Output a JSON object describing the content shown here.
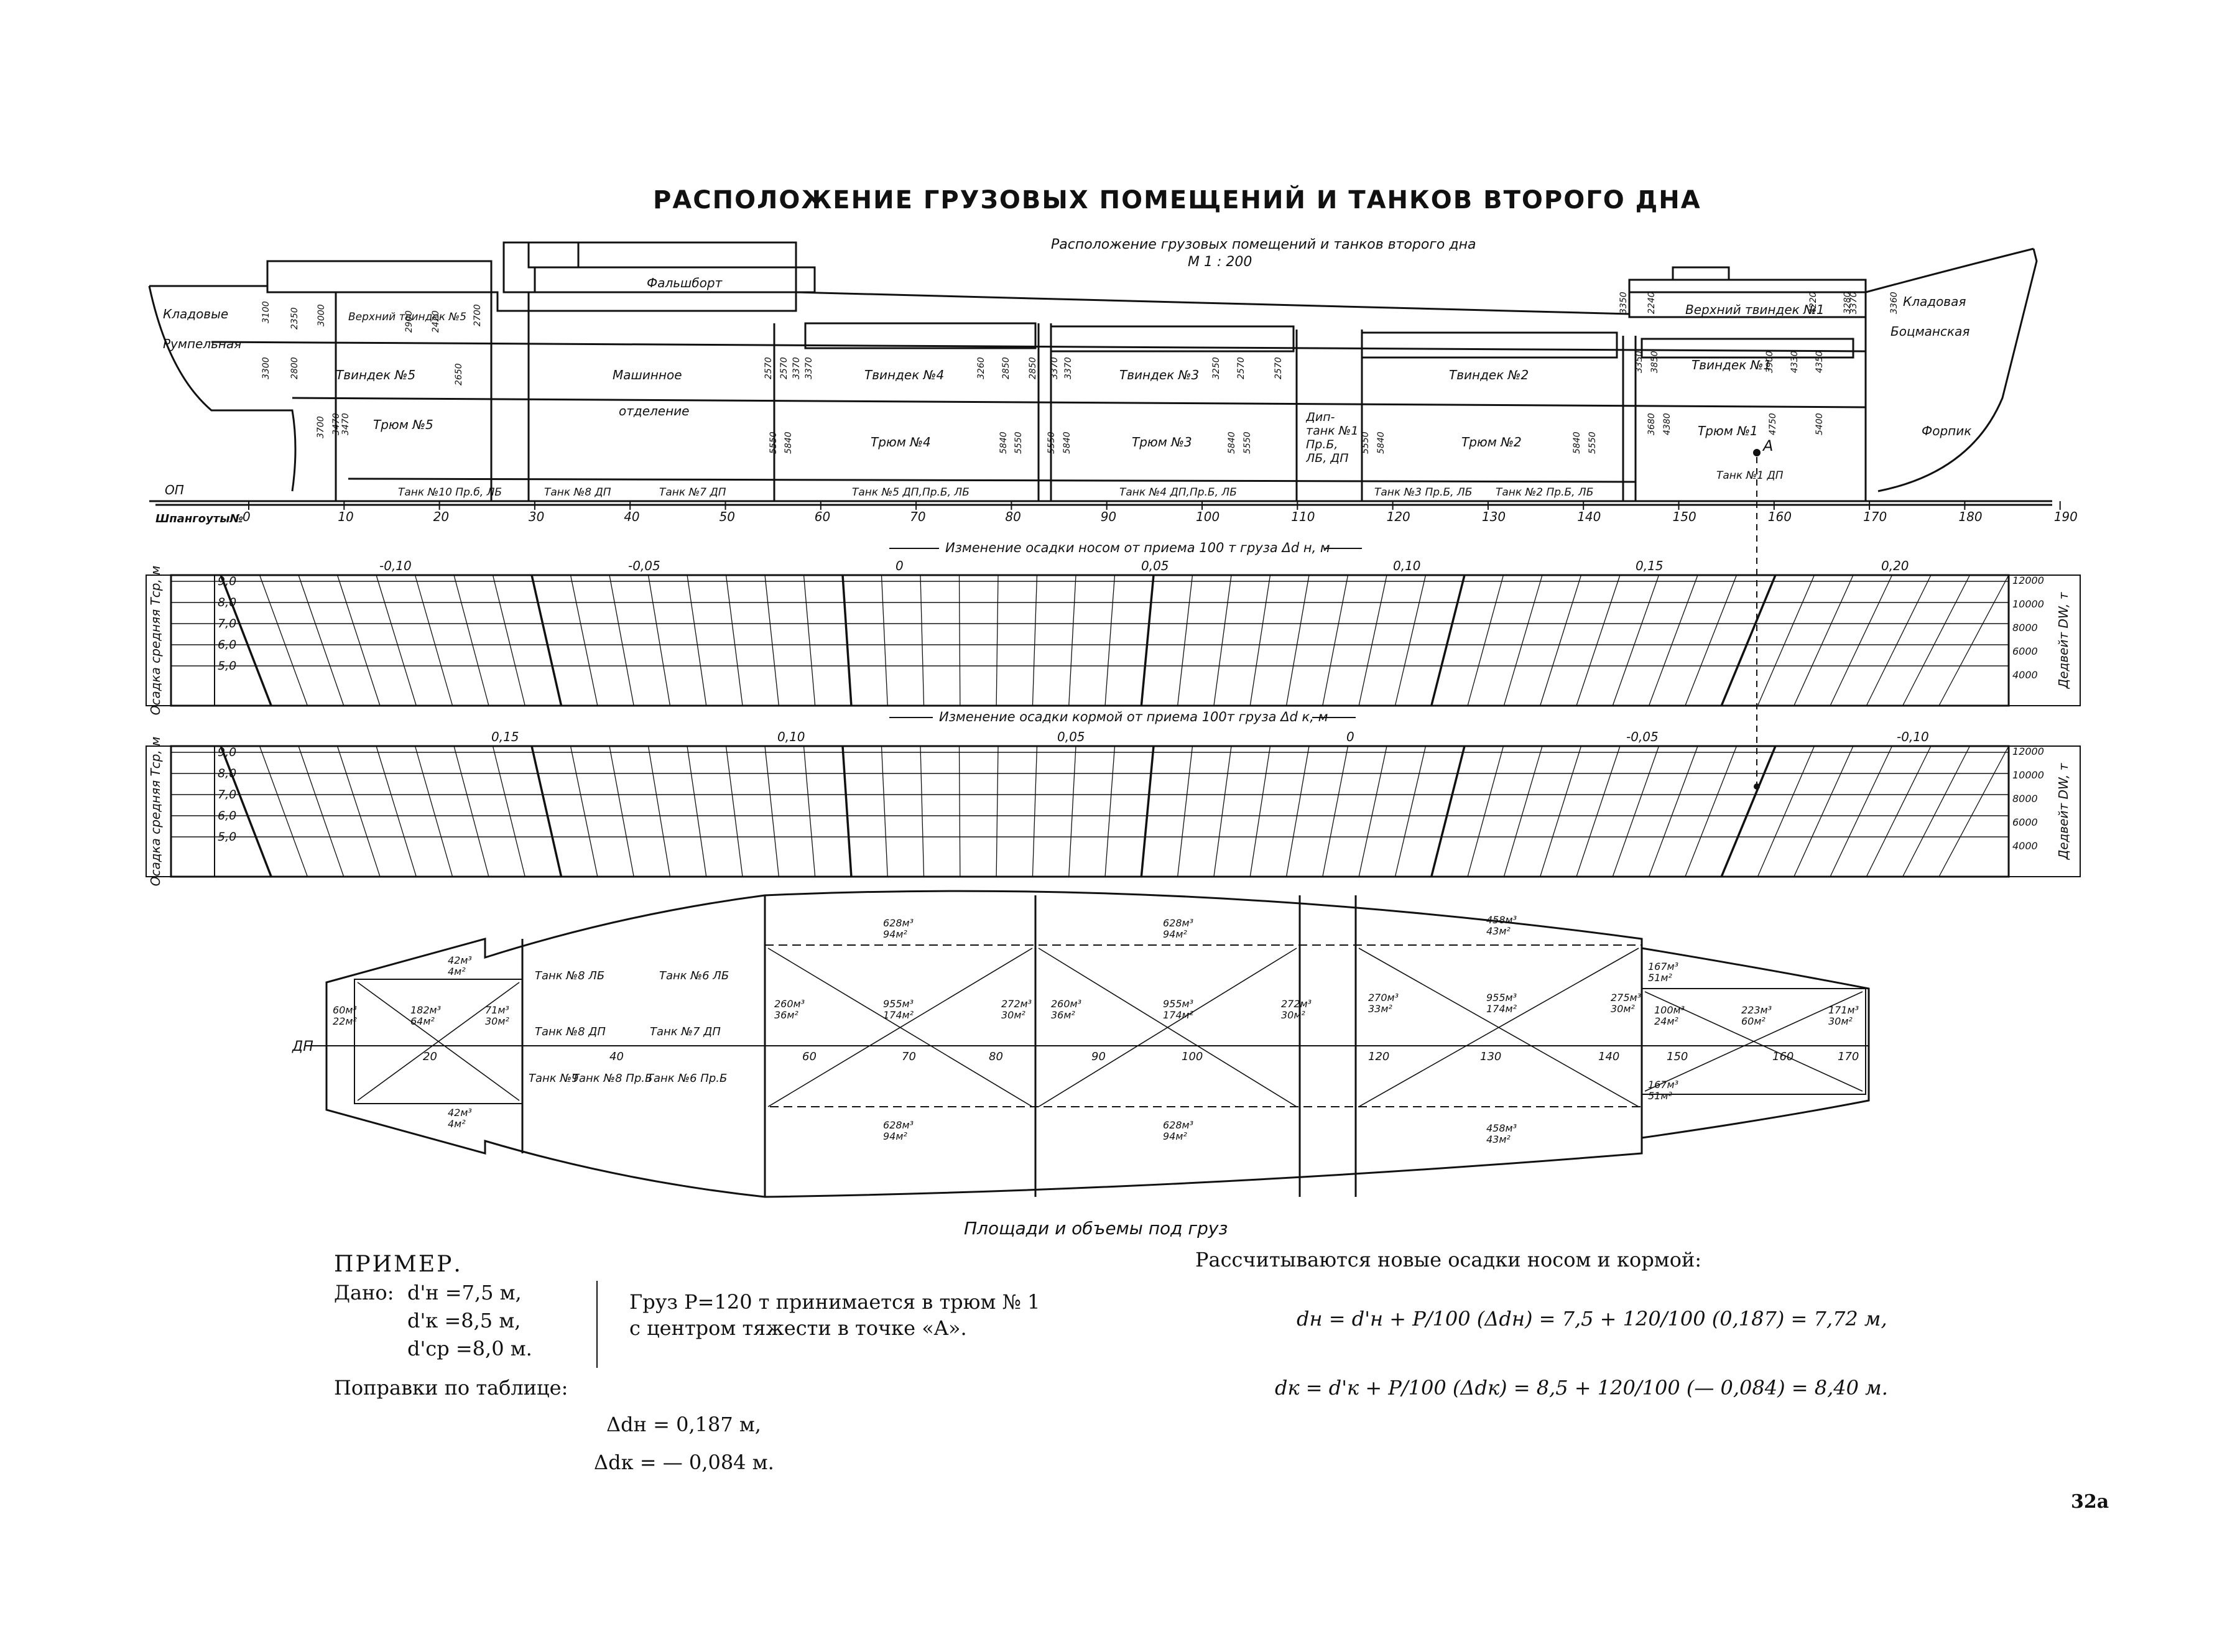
{
  "title": "РАСПОЛОЖЕНИЕ ГРУЗОВЫХ ПОМЕЩЕНИЙ  И ТАНКОВ ВТОРОГО ДНА",
  "profile": {
    "caption": "Расположение грузовых помещений и танков второго дна",
    "scale": "М 1 : 200",
    "frames_label": "Шпангоуты№",
    "op_label": "ОП",
    "frame_numbers": [
      "0",
      "10",
      "20",
      "30",
      "40",
      "50",
      "60",
      "70",
      "80",
      "90",
      "100",
      "110",
      "120",
      "130",
      "140",
      "150",
      "160",
      "170",
      "180",
      "190"
    ],
    "point_a": "A",
    "compartments": [
      {
        "key": "pantry",
        "label": "Кладовые"
      },
      {
        "key": "rudder",
        "label": "Румпельная"
      },
      {
        "key": "upper_tw5",
        "label": "Верхний твиндек №5"
      },
      {
        "key": "tw5",
        "label": "Твиндек №5"
      },
      {
        "key": "hold5",
        "label": "Трюм №5"
      },
      {
        "key": "bulwark",
        "label": "Фальшборт"
      },
      {
        "key": "engine1",
        "label": "Машинное"
      },
      {
        "key": "engine2",
        "label": "отделение"
      },
      {
        "key": "tw4",
        "label": "Твиндек №4"
      },
      {
        "key": "hold4",
        "label": "Трюм №4"
      },
      {
        "key": "tw3",
        "label": "Твиндек №3"
      },
      {
        "key": "hold3",
        "label": "Трюм №3"
      },
      {
        "key": "deep",
        "label": "Дип-танк №1 Пр.Б, ЛБ, ДП"
      },
      {
        "key": "tw2",
        "label": "Твиндек №2"
      },
      {
        "key": "hold2",
        "label": "Трюм №2"
      },
      {
        "key": "upper_tw1",
        "label": "Верхний твиндек №1"
      },
      {
        "key": "tw1",
        "label": "Твиндек №1"
      },
      {
        "key": "hold1",
        "label": "Трюм №1"
      },
      {
        "key": "pantry_f",
        "label": "Кладовая"
      },
      {
        "key": "boatswain",
        "label": "Боцманская"
      },
      {
        "key": "forepeak",
        "label": "Форпик"
      }
    ],
    "tanks": [
      {
        "label": "Танк №10 Пр.б, ЛБ"
      },
      {
        "label": "Танк №8 ДП"
      },
      {
        "label": "Танк №7 ДП"
      },
      {
        "label": "Танк №5 ДП,Пр.Б, ЛБ"
      },
      {
        "label": "Танк №4 ДП,Пр.Б, ЛБ"
      },
      {
        "label": "Танк №3 Пр.Б, ЛБ"
      },
      {
        "label": "Танк №2 Пр.Б, ЛБ"
      },
      {
        "label": "Танк №1 ДП"
      }
    ],
    "dims": [
      "3100",
      "2350",
      "3000",
      "2900",
      "2420",
      "2700",
      "3300",
      "2800",
      "2650",
      "3470",
      "3700",
      "3470",
      "2570",
      "2570",
      "3370",
      "3370",
      "3260",
      "2850",
      "2850",
      "3370",
      "3370",
      "3250",
      "2570",
      "2570",
      "3350",
      "4220",
      "3370",
      "3360",
      "2240",
      "3280",
      "3350",
      "3850",
      "3900",
      "4330",
      "4350",
      "5550",
      "5840",
      "5840",
      "5550",
      "5550",
      "5840",
      "5840",
      "5550",
      "5550",
      "5840",
      "5840",
      "5550",
      "3680",
      "4380",
      "4750",
      "5400"
    ]
  },
  "diagram_bow": {
    "heading": "Изменение осадки носом от приема 100 т груза Δd н, м",
    "top_scale": [
      "-0,10",
      "-0,05",
      "0",
      "0,05",
      "0,10",
      "0,15",
      "0,20"
    ],
    "left_axis": "Осадка средняя Тср, м",
    "right_axis": "Дедвейт DW, т",
    "drafts": [
      "9,0",
      "8,0",
      "7,0",
      "6,0",
      "5,0"
    ],
    "dw": [
      "12000",
      "10000",
      "8000",
      "6000",
      "4000"
    ]
  },
  "diagram_stern": {
    "heading": "Изменение осадки кормой от приема 100т груза Δd к, м",
    "top_scale": [
      "0,15",
      "0,10",
      "0,05",
      "0",
      "-0,05",
      "-0,10"
    ],
    "left_axis": "Осадка средняя Тср, м",
    "right_axis": "Дедвейт DW, т",
    "drafts": [
      "9,0",
      "8,0",
      "7,0",
      "6,0",
      "5,0"
    ],
    "dw": [
      "12000",
      "10000",
      "8000",
      "6000",
      "4000"
    ]
  },
  "plan": {
    "caption": "Площади и объемы под груз",
    "dp_label": "ДП",
    "frame_numbers": [
      "20",
      "40",
      "60",
      "70",
      "80",
      "90",
      "100",
      "120",
      "130",
      "140",
      "150",
      "160",
      "170"
    ],
    "tank_labels": [
      "Танк №8 ЛБ",
      "Танк №6 ЛБ",
      "Танк №8 ДП",
      "Танк №7 ДП",
      "Танк №9",
      "Танк №8 Пр.Б",
      "Танк №6 Пр.Б"
    ],
    "area_labels": [
      {
        "v": "42м³",
        "a": "4м²"
      },
      {
        "v": "60м³",
        "a": "22м²"
      },
      {
        "v": "182м³",
        "a": "64м²"
      },
      {
        "v": "71м³",
        "a": "30м²"
      },
      {
        "v": "42м³",
        "a": "4м²"
      },
      {
        "v": "628м³",
        "a": "94м²"
      },
      {
        "v": "260м³",
        "a": "36м²"
      },
      {
        "v": "955м³",
        "a": "174м²"
      },
      {
        "v": "272м³",
        "a": "30м²"
      },
      {
        "v": "628м³",
        "a": "94м²"
      },
      {
        "v": "628м³",
        "a": "94м²"
      },
      {
        "v": "260м³",
        "a": "36м²"
      },
      {
        "v": "955м³",
        "a": "174м²"
      },
      {
        "v": "272м³",
        "a": "30м²"
      },
      {
        "v": "628м³",
        "a": "94м²"
      },
      {
        "v": "458м³",
        "a": "43м²"
      },
      {
        "v": "270м³",
        "a": "33м²"
      },
      {
        "v": "955м³",
        "a": "174м²"
      },
      {
        "v": "275м³",
        "a": "30м²"
      },
      {
        "v": "458м³",
        "a": "43м²"
      },
      {
        "v": "167м³",
        "a": "51м²"
      },
      {
        "v": "100м³",
        "a": "24м²"
      },
      {
        "v": "223м³",
        "a": "60м²"
      },
      {
        "v": "171м³",
        "a": "30м²"
      },
      {
        "v": "167м³",
        "a": "51м²"
      }
    ]
  },
  "example": {
    "heading": "ПРИМЕР.",
    "given_label": "Дано:",
    "given": [
      "d'н =7,5 м,",
      "d'к =8,5 м,",
      "d'ср =8,0 м."
    ],
    "note1": "Груз P=120 т принимается в трюм № 1",
    "note2": "с центром тяжести в точке «A».",
    "corrections_label": "Поправки по таблице:",
    "corr": [
      "Δdн = 0,187  м,",
      "Δdк = — 0,084  м."
    ],
    "calc_heading": "Рассчитываются новые осадки носом и кормой:",
    "formula1": "dн = d'н + P/100 (Δdн) = 7,5 + 120/100 (0,187) = 7,72  м,",
    "formula2": "dк = d'к + P/100 (Δdк) = 8,5 + 120/100 (— 0,084) = 8,40  м."
  },
  "page_number": "32а"
}
